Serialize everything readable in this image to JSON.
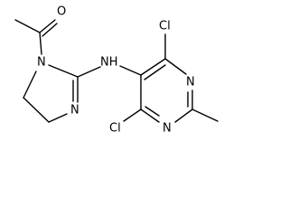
{
  "structure": {
    "atoms": [
      {
        "id": "O",
        "symbol": "O"
      },
      {
        "id": "N1",
        "symbol": "N"
      },
      {
        "id": "N3",
        "symbol": "N"
      },
      {
        "id": "NH",
        "symbol": "NH"
      },
      {
        "id": "Cl_top",
        "symbol": "Cl"
      },
      {
        "id": "Cl_bottom",
        "symbol": "Cl"
      },
      {
        "id": "N_pyr_a",
        "symbol": "N"
      },
      {
        "id": "N_pyr_b",
        "symbol": "N"
      }
    ]
  },
  "colors": {
    "bond": "#000000",
    "text": "#000000",
    "background": "#ffffff"
  }
}
